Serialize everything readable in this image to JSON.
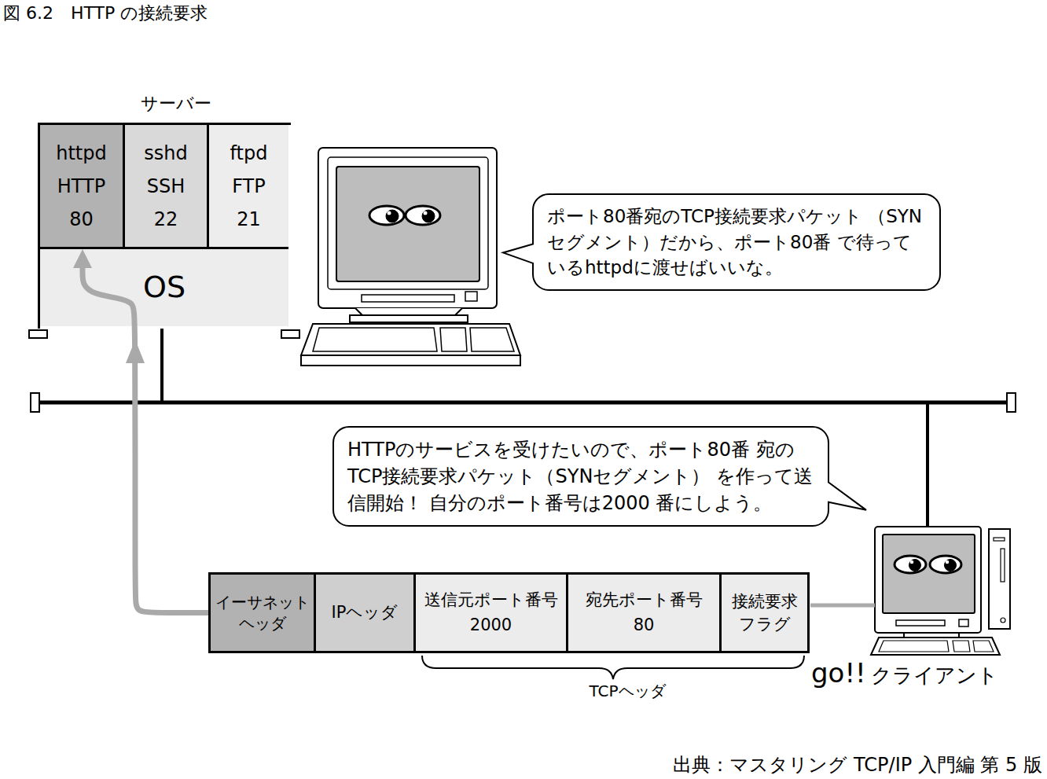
{
  "diagram": {
    "title": "図 6.2　HTTP の接続要求",
    "caption": "出典：マスタリング TCP/IP 入門編 第 5 版",
    "nodes": [
      {
        "text": [
          "サーバー"
        ]
      },
      {
        "text": [
          "httpd",
          "HTTP",
          "80"
        ],
        "in": 0
      },
      {
        "text": [
          "sshd",
          "SSH",
          "22"
        ],
        "in": 0
      },
      {
        "text": [
          "ftpd",
          "FTP",
          "21"
        ],
        "in": 0
      },
      {
        "text": [
          "OS"
        ],
        "in": 0
      },
      {
        "text": [
          "ポート80番宛のTCP接続要求パケット （SYNセグメント）だから、ポート80番 で待っているhttpdに渡せばいいな。"
        ]
      },
      {
        "text": [
          "HTTPのサービスを受けたいので、ポート80番 宛のTCP接続要求パケット（SYNセグメント） を作って送信開始！ 自分のポート番号は2000 番にしよう。"
        ]
      },
      {
        "text": [
          "イーサネット ヘッダ"
        ]
      },
      {
        "text": [
          "IPヘッダ"
        ]
      },
      {
        "text": [
          "送信元ポート番号",
          "2000"
        ]
      },
      {
        "text": [
          "宛先ポート番号",
          "80"
        ]
      },
      {
        "text": [
          "接続要求 フラグ"
        ]
      }
    ],
    "edges": [
      {
        "from": 7,
        "to": 1,
        "arrow": "to"
      }
    ],
    "labels": [
      "go!!",
      "TCPヘッダ",
      "クライアント"
    ]
  }
}
